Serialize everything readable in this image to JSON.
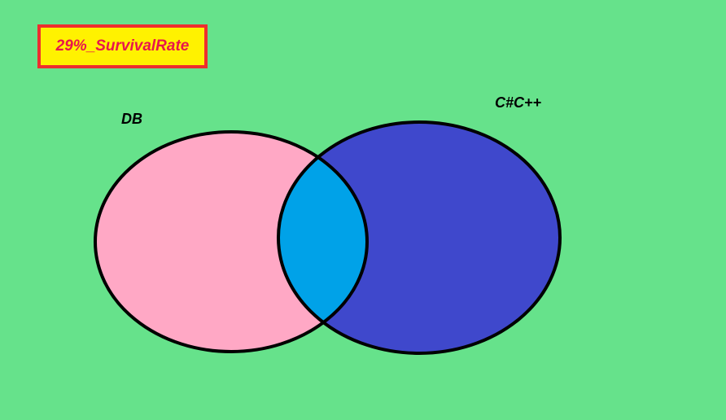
{
  "title": "29%_SurvivalRate",
  "sets": [
    {
      "label": "DB",
      "fill": "#ffa8c5"
    },
    {
      "label": "C#C++",
      "fill": "#3f48cc"
    }
  ],
  "intersection": {
    "fill": "#00a2e8"
  },
  "colors": {
    "background": "#66e28b",
    "title_border": "#ee2e2e",
    "title_fill": "#fff200",
    "title_text": "#e8174c",
    "outline": "#000000"
  }
}
